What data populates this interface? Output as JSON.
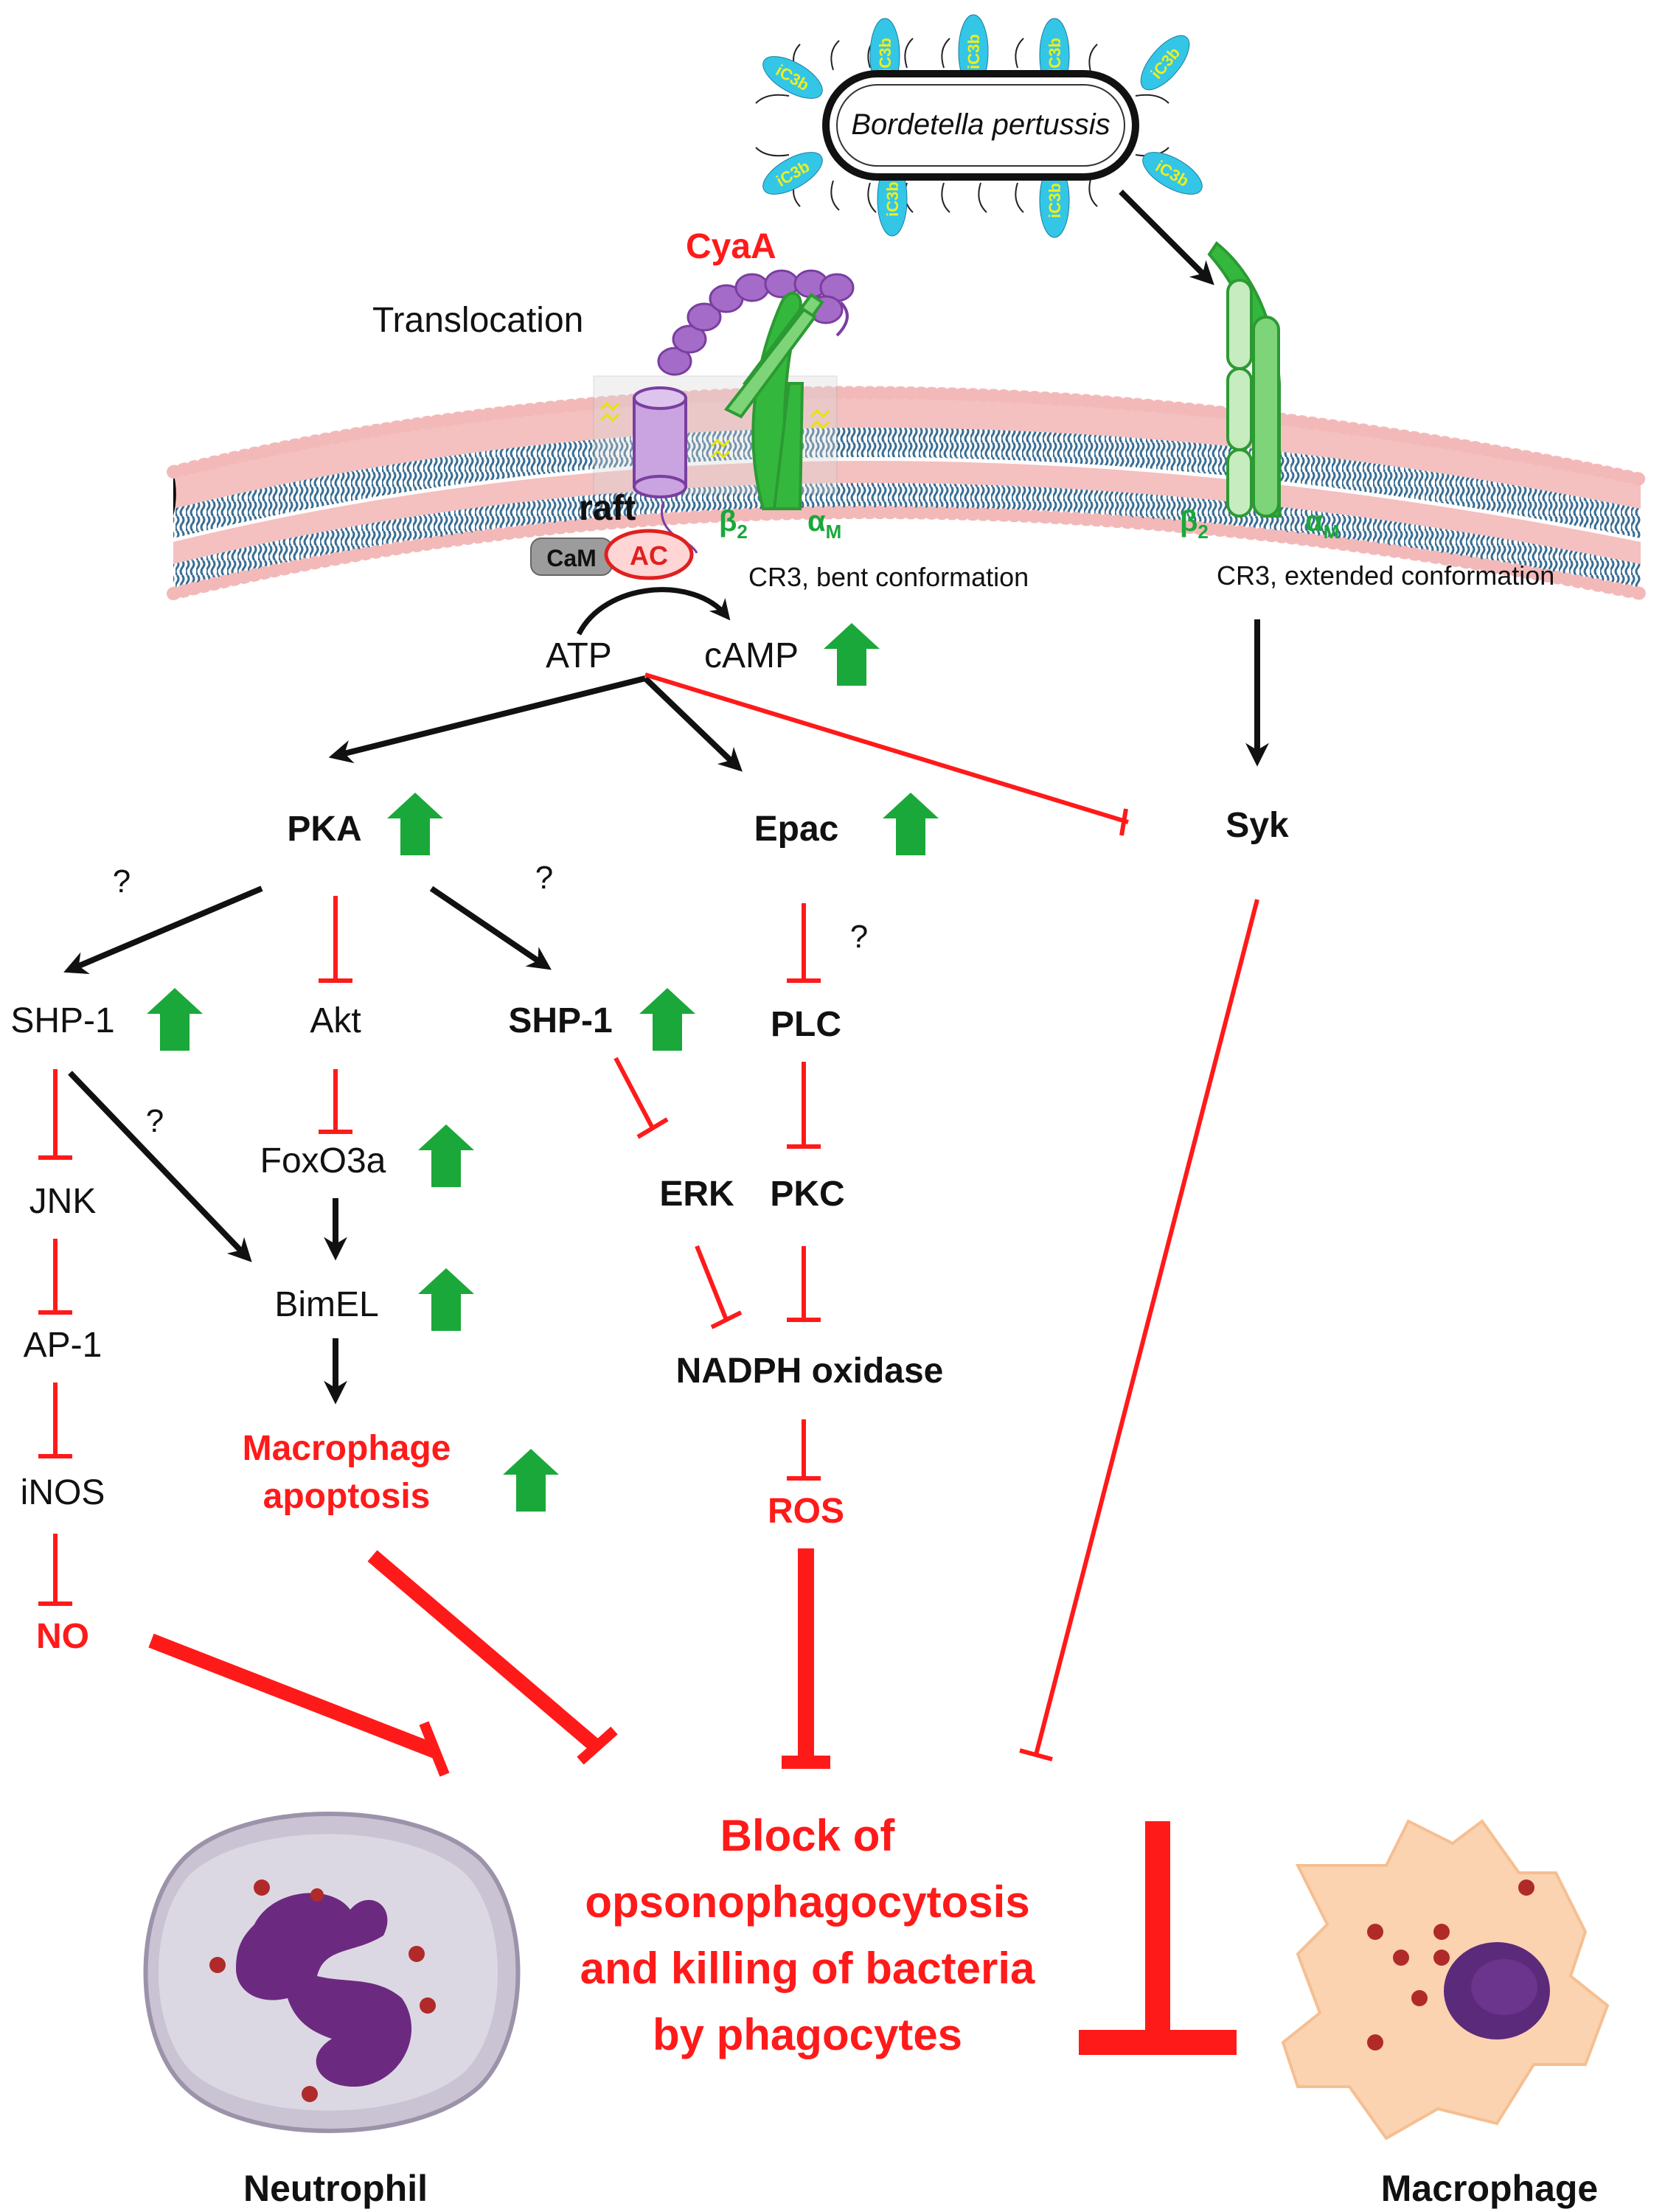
{
  "bacterium": {
    "name": "Bordetella pertussis",
    "opsonin_label": "iC3b"
  },
  "toxin": {
    "name": "CyaA",
    "translocation": "Translocation",
    "raft": "raft",
    "calmodulin": "CaM",
    "adenylate_cyclase": "AC"
  },
  "integrin": {
    "beta": "β",
    "beta_sub": "2",
    "alpha": "α",
    "alpha_sub": "M",
    "bent_label": "CR3, bent conformation",
    "extended_label": "CR3, extended conformation"
  },
  "metabolites": {
    "atp": "ATP",
    "camp": "cAMP"
  },
  "nodes": {
    "pka": "PKA",
    "epac": "Epac",
    "syk": "Syk",
    "shp1_left": "SHP-1",
    "akt": "Akt",
    "shp1_mid": "SHP-1",
    "plc": "PLC",
    "jnk": "JNK",
    "foxo3a": "FoxO3a",
    "erk": "ERK",
    "pkc": "PKC",
    "bimel": "BimEL",
    "ap1": "AP-1",
    "nadph": "NADPH oxidase",
    "inos": "iNOS",
    "no": "NO",
    "ros": "ROS",
    "apoptosis_line1": "Macrophage",
    "apoptosis_line2": "apoptosis"
  },
  "question_mark": "?",
  "outcome": {
    "line1": "Block of",
    "line2": "opsonophagocytosis",
    "line3": "and killing of bacteria",
    "line4": "by phagocytes"
  },
  "cells": {
    "neutrophil": "Neutrophil",
    "macrophage": "Macrophage"
  },
  "colors": {
    "activation": "#111111",
    "inhibition": "#ff1a1a",
    "upregulation": "#1aa83a",
    "membrane_head": "#f3b9b9",
    "membrane_tail": "#3a6d93",
    "integrin": "#33b83d",
    "toxin": "#a46cc8",
    "opsonin": "#33c6e6"
  }
}
